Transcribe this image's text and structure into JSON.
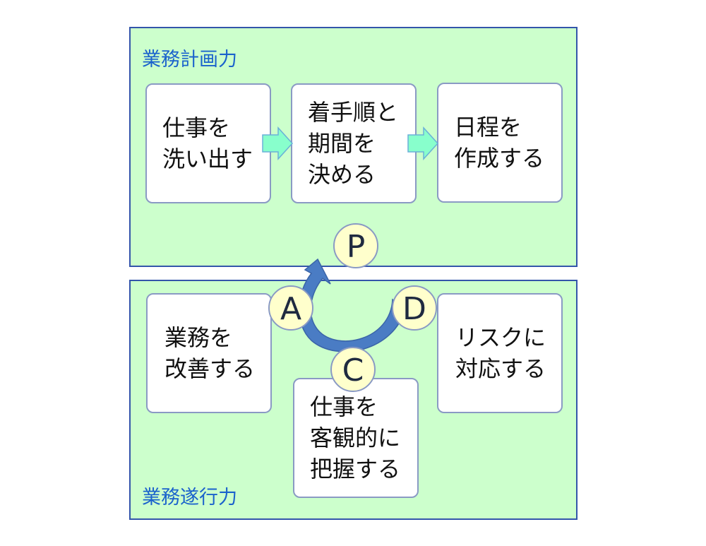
{
  "planning": {
    "title": "業務計画力",
    "boxes": {
      "wash": "仕事を\n洗い出す",
      "order": "着手順と\n期間を\n決める",
      "schedule": "日程を\n作成する"
    }
  },
  "execution": {
    "title": "業務遂行力",
    "boxes": {
      "improve": "業務を\n改善する",
      "risk": "リスクに\n対応する",
      "grasp": "仕事を\n客観的に\n把握する"
    }
  },
  "cycle": {
    "p": "P",
    "d": "D",
    "c": "C",
    "a": "A"
  },
  "colors": {
    "panel_fill": "#ccffcc",
    "panel_border": "#3355aa",
    "title_text": "#1a62cc",
    "arrow_fill": "#88ffcc",
    "cycle_arrow": "#4a7cc4",
    "circle_fill": "#ffffcc"
  }
}
